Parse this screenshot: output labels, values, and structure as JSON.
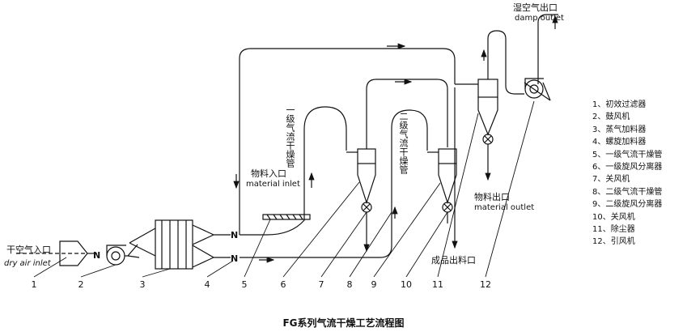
{
  "labels": {
    "damp_outlet_cn": "湿空气出口",
    "damp_outlet_en": "damp outlet",
    "dry_air_cn": "干空气入口",
    "dry_air_en": "dry air inlet",
    "material_inlet_cn": "物料入口",
    "material_inlet_en": "material inlet",
    "material_outlet_cn": "物料出口",
    "material_outlet_en": "material outlet",
    "product_outlet_cn": "成品出料口",
    "pipe1": "一级气流干燥管",
    "pipe2": "二级气流干燥管",
    "n_mark": "N"
  },
  "numbers": [
    "1",
    "2",
    "3",
    "4",
    "5",
    "6",
    "7",
    "8",
    "9",
    "10",
    "11",
    "12"
  ],
  "legend": [
    "1、初效过滤器",
    "2、鼓风机",
    "3、蒸气加料器",
    "4、螺旋加料器",
    "5、一级气流干燥管",
    "6、一级旋风分离器",
    "7、关风机",
    "8、二级气流干燥管",
    "9、二级旋风分离器",
    "10、关风机",
    "11、除尘器",
    "12、引风机"
  ],
  "caption": "FG系列气流干燥工艺流程图"
}
